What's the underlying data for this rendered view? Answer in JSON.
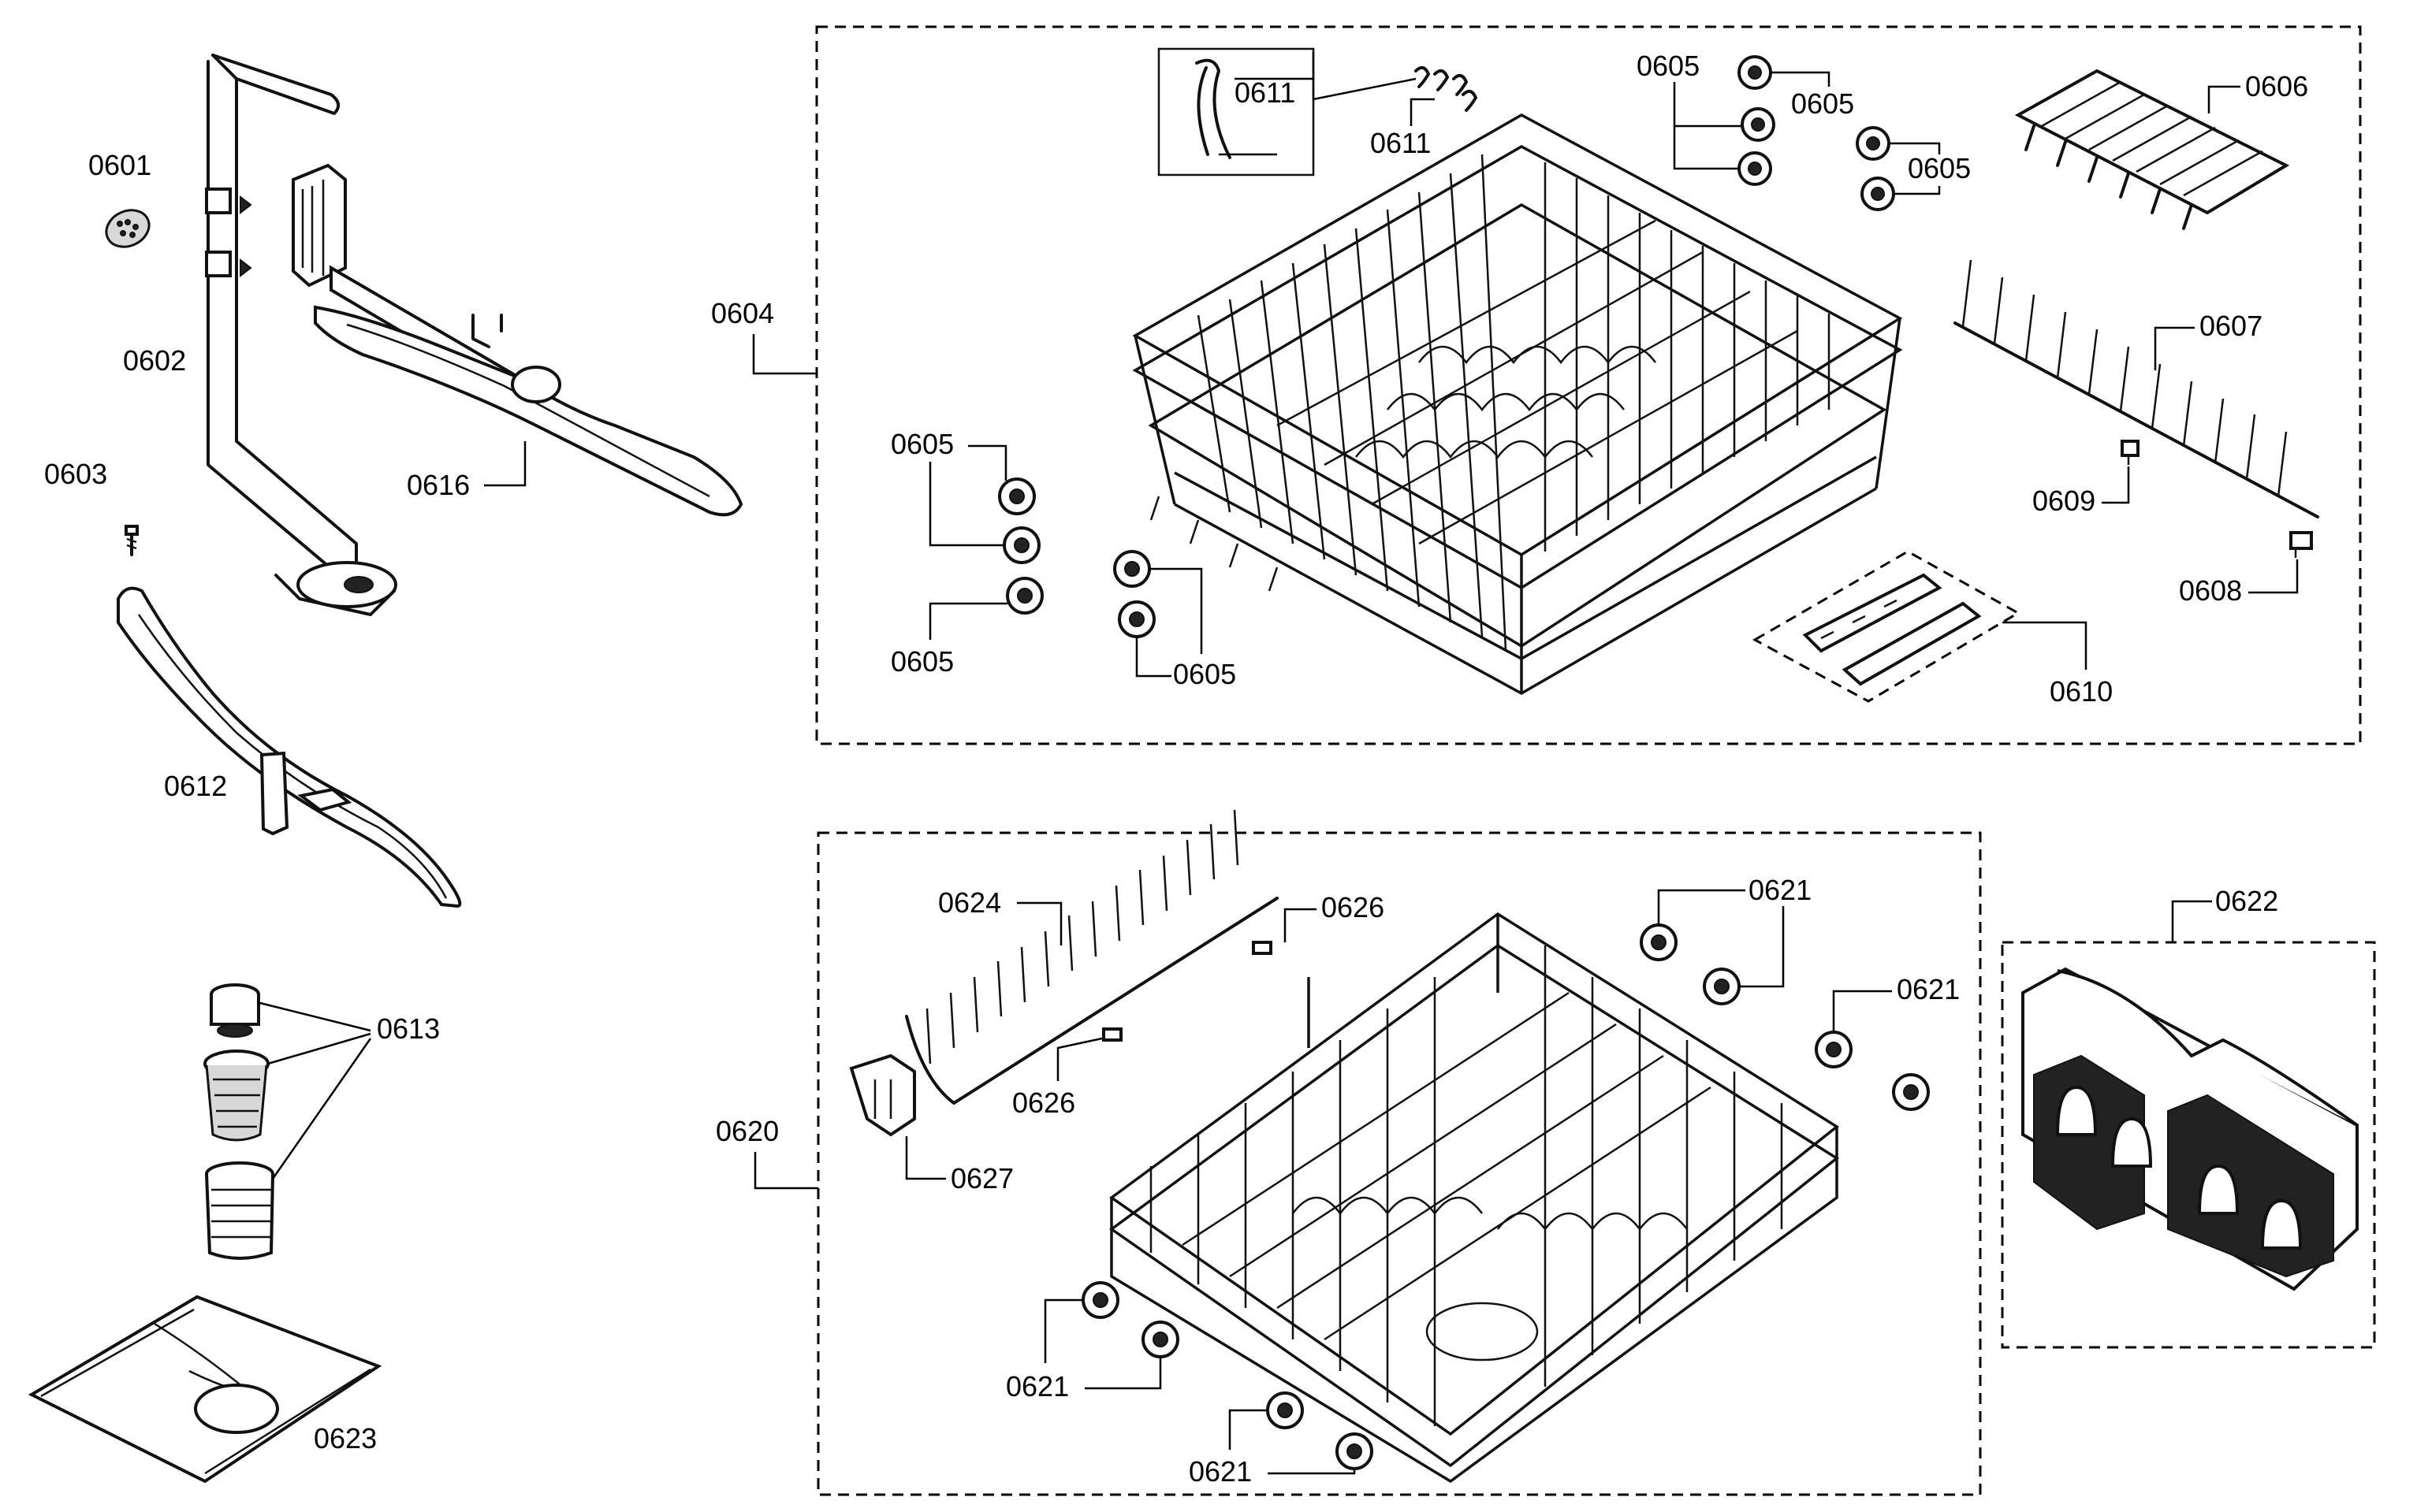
{
  "labels": {
    "p0601": "0601",
    "p0602": "0602",
    "p0603": "0603",
    "p0604": "0604",
    "p0605": "0605",
    "p0606": "0606",
    "p0607": "0607",
    "p0608": "0608",
    "p0609": "0609",
    "p0610": "0610",
    "p0611": "0611",
    "p0612": "0612",
    "p0613": "0613",
    "p0616": "0616",
    "p0620": "0620",
    "p0621": "0621",
    "p0622": "0622",
    "p0623": "0623",
    "p0624": "0624",
    "p0626": "0626",
    "p0627": "0627"
  }
}
